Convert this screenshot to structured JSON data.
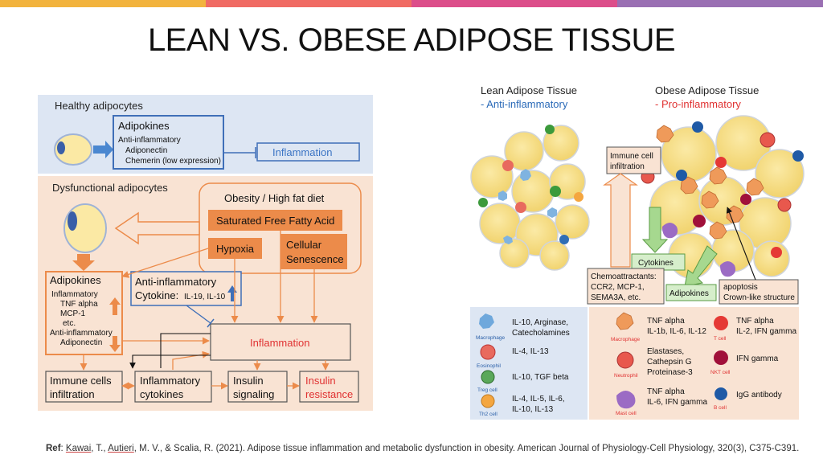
{
  "colors": {
    "bar": [
      "#f2b33d",
      "#f06b63",
      "#dc4e8a",
      "#9a6fb3"
    ],
    "healthy_bg": "#dde6f3",
    "dysfunc_bg": "#f9e3d3",
    "orange": "#ec8b4a",
    "blue": "#3f6fb8",
    "red_text": "#e03232",
    "blue_text": "#3b74c4"
  },
  "title": "LEAN VS. OBESE ADIPOSE TISSUE",
  "left": {
    "healthy_label": "Healthy adipocytes",
    "adipokines_title": "Adipokines",
    "adipokines_lines": [
      "Anti-inflammatory",
      "Adiponectin",
      "Chemerin (low expression)"
    ],
    "inflammation_blue": "Inflammation",
    "dysfunctional_label": "Dysfunctional adipocytes",
    "obesity_label": "Obesity / High fat diet",
    "sffa": "Saturated Free Fatty Acid",
    "hypoxia": "Hypoxia",
    "cellular": "Cellular",
    "senescence": "Senescence",
    "adipokines2_title": "Adipokines",
    "adipokines2_lines": [
      "Inflammatory",
      "TNF alpha",
      "MCP-1",
      "etc.",
      "Anti-inflammatory",
      "Adiponectin"
    ],
    "anti_cyto_1": "Anti-inflammatory",
    "anti_cyto_2": "Cytokine:",
    "anti_cyto_small": "IL-19, IL-10",
    "inflammation_red": "Inflammation",
    "immune_1": "Immune cells",
    "immune_2": "infiltration",
    "infl_cyto_1": "Inflammatory",
    "infl_cyto_2": "cytokines",
    "insulin_sig_1": "Insulin",
    "insulin_sig_2": "signaling",
    "insulin_res_1": "Insulin",
    "insulin_res_2": "resistance"
  },
  "right": {
    "lean_title": "Lean Adipose Tissue",
    "lean_sub": "- Anti-inflammatory",
    "obese_title": "Obese Adipose Tissue",
    "obese_sub": "- Pro-inflammatory",
    "immune_infil_1": "Immune cell",
    "immune_infil_2": "infiltration",
    "cytokines": "Cytokines",
    "adipokines": "Adipokines",
    "chemo_lines": [
      "Chemoattractants:",
      "CCR2, MCP-1,",
      "SEMA3A, etc."
    ],
    "apoptosis_1": "apoptosis",
    "apoptosis_2": "Crown-like structure"
  },
  "legend_left": [
    {
      "name": "Macrophage",
      "lines": [
        "IL-10, Arginase,",
        "Catecholamines"
      ],
      "color": "#6fa8dc"
    },
    {
      "name": "Eosinophil",
      "lines": [
        "IL-4, IL-13"
      ],
      "color": "#e86a5e"
    },
    {
      "name": "Treg cell",
      "lines": [
        "IL-10, TGF beta"
      ],
      "color": "#5aa85a"
    },
    {
      "name": "Th2 cell",
      "lines": [
        "IL-4, IL-5, IL-6,",
        "IL-10, IL-13"
      ],
      "color": "#f4a640"
    }
  ],
  "legend_right_a": [
    {
      "name": "Macrophage",
      "lines": [
        "TNF alpha",
        "IL-1b, IL-6, IL-12"
      ],
      "color": "#ef9a5a"
    },
    {
      "name": "Neutrophil",
      "lines": [
        "Elastases,",
        "Cathepsin G",
        "Proteinase-3"
      ],
      "color": "#e8584d"
    },
    {
      "name": "Mast cell",
      "lines": [
        "TNF alpha",
        "IL-6, IFN gamma"
      ],
      "color": "#9b6bc4"
    }
  ],
  "legend_right_b": [
    {
      "name": "T cell",
      "lines": [
        "TNF alpha",
        "IL-2, IFN gamma"
      ],
      "color": "#e53935"
    },
    {
      "name": "NKT cell",
      "lines": [
        "IFN gamma"
      ],
      "color": "#a0103a"
    },
    {
      "name": "B cell",
      "lines": [
        "IgG antibody"
      ],
      "color": "#1f5aa6"
    }
  ],
  "reference": {
    "label": "Ref",
    "authors_a": "Kawai",
    "sep1": ", T., ",
    "authors_b": "Autieri",
    "rest": ", M. V., & Scalia, R. (2021). Adipose tissue inflammation and metabolic dysfunction in obesity. American Journal of Physiology-Cell Physiology, 320(3), C375-C391."
  }
}
